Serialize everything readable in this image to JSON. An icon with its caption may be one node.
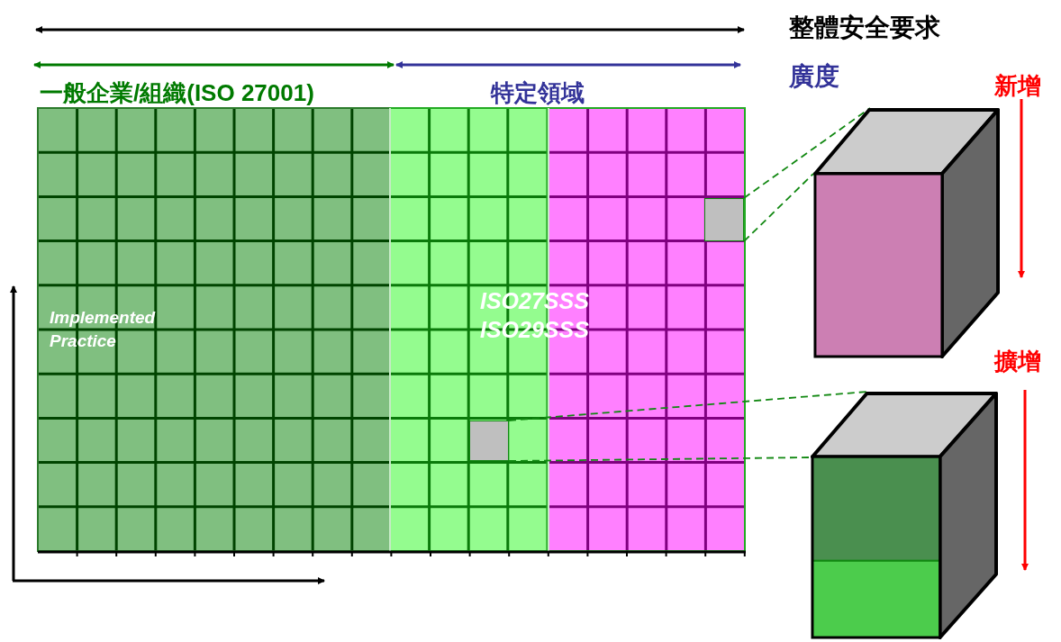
{
  "diagram": {
    "nodes": [
      {
        "text": [],
        "shape": "box"
      },
      {
        "text": [],
        "shape": "cube"
      },
      {
        "text": [],
        "shape": "box"
      },
      {
        "text": [],
        "shape": "cube"
      }
    ],
    "edges": [
      {
        "from": 0,
        "to": 1,
        "arrow": "none",
        "style": "dashed"
      },
      {
        "from": 0,
        "to": 1,
        "arrow": "none",
        "style": "dashed"
      },
      {
        "from": 2,
        "to": 3,
        "arrow": "none",
        "style": "dashed"
      },
      {
        "from": 2,
        "to": 3,
        "arrow": "none",
        "style": "dashed"
      }
    ],
    "labels": [
      "整體安全要求",
      "廣度",
      "一般企業/組織(ISO 27001)",
      "特定領域",
      "新增",
      "Implemented Practice",
      "ISO27SSS ISO29SSS",
      "擴增"
    ]
  }
}
